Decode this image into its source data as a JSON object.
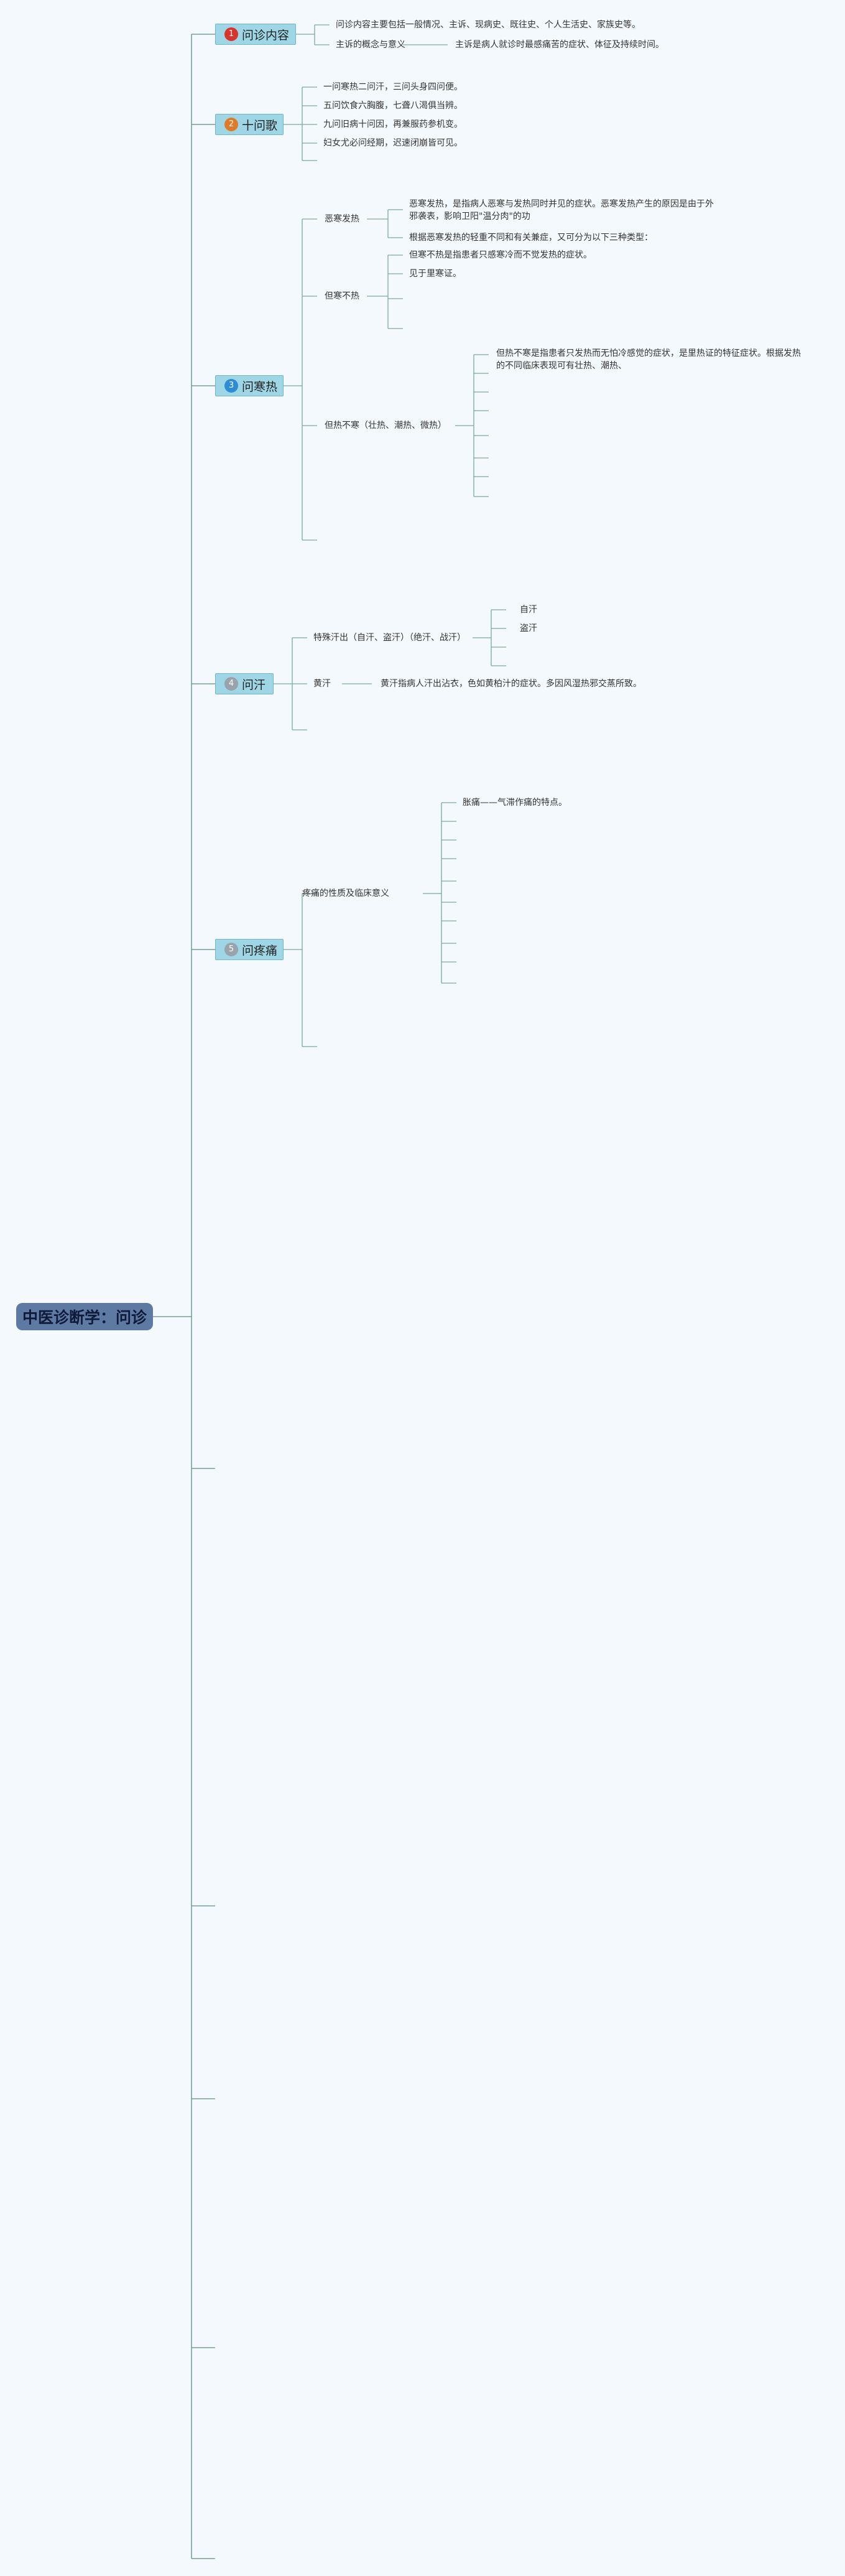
{
  "root": {
    "label": "中医诊断学：问诊"
  },
  "topics": [
    {
      "number": "1",
      "label": "问诊内容",
      "badge_color": "#d9342b"
    },
    {
      "number": "2",
      "label": "十问歌",
      "badge_color": "#e07a2a"
    },
    {
      "number": "3",
      "label": "问寒热",
      "badge_color": "#2e8bd6"
    },
    {
      "number": "4",
      "label": "问汗",
      "badge_color": "#9aa3ab"
    },
    {
      "number": "5",
      "label": "问疼痛",
      "badge_color": "#9aa3ab"
    }
  ],
  "inquiry_content": {
    "general": "问诊内容主要包括一般情况、主诉、现病史、既往史、个人生活史、家族史等。",
    "chief_complaint_label": "主诉的概念与意义",
    "chief_complaint_text": "主诉是病人就诊时最感痛苦的症状、体征及持续时间。"
  },
  "ten_questions": [
    "一问寒热二问汗，三问头身四问便。",
    "五问饮食六胸腹，七聋八渴俱当辨。",
    "九问旧病十问因，再兼服药参机变。",
    "妇女尤必问经期，迟速闭崩皆可见。"
  ],
  "cold_heat": {
    "aversion_label": "恶寒发热",
    "aversion_text_1": "恶寒发热，是指病人恶寒与发热同时并见的症状。恶寒发热产生的原因是由于外邪袭表，影响卫阳\"温分肉\"的功",
    "aversion_text_2": "根据恶寒发热的轻重不同和有关兼症，又可分为以下三种类型：",
    "cold_only_label": "但寒不热",
    "cold_only_text_1": "但寒不热是指患者只感寒冷而不觉发热的症状。",
    "cold_only_text_2": "见于里寒证。",
    "heat_only_label": "但热不寒（壮热、潮热、微热）",
    "heat_only_text": "但热不寒是指患者只发热而无怕冷感觉的症状，是里热证的特征症状。根据发热的不同临床表现可有壮热、潮热、"
  },
  "sweat": {
    "special_label": "特殊汗出（自汗、盗汗）（绝汗、战汗）",
    "spontaneous": "自汗",
    "night": "盗汗",
    "yellow_label": "黄汗",
    "yellow_text": "黄汗指病人汗出沾衣，色如黄柏汁的症状。多因风湿热邪交蒸所致。"
  },
  "pain": {
    "nature_label": "疼痛的性质及临床意义",
    "distending": "胀痛——气滞作痛的特点。"
  }
}
